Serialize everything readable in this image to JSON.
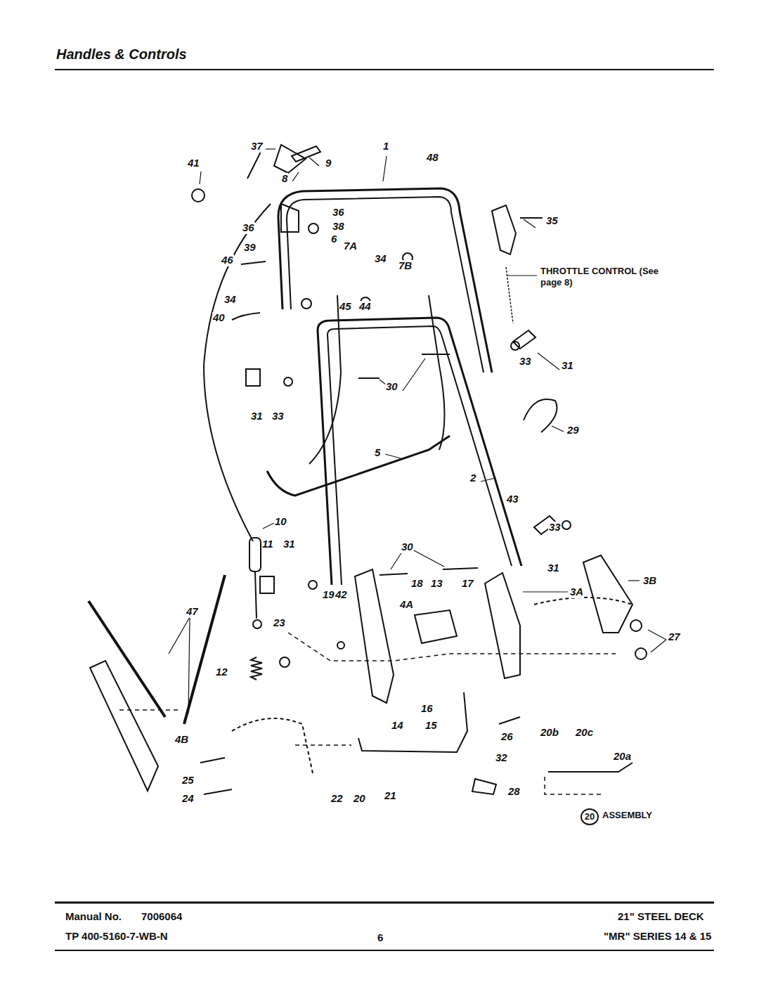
{
  "diagram": {
    "title": "Handles & Controls",
    "labels": [
      "37",
      "41",
      "9",
      "1",
      "48",
      "8",
      "35",
      "36",
      "36",
      "38",
      "6",
      "39",
      "7A",
      "34",
      "7B",
      "THROTTLE CONTROL (See page 8)",
      "46",
      "45",
      "44",
      "34",
      "40",
      "33",
      "31",
      "30",
      "31",
      "33",
      "29",
      "5",
      "2",
      "43",
      "10",
      "33",
      "11",
      "31",
      "30",
      "31",
      "3B",
      "3A",
      "18",
      "13",
      "17",
      "19",
      "42",
      "4A",
      "47",
      "23",
      "27",
      "12",
      "16",
      "14",
      "15",
      "26",
      "20b",
      "20c",
      "20a",
      "4B",
      "25",
      "32",
      "24",
      "21",
      "28",
      "22",
      "20",
      "20",
      "ASSEMBLY",
      "Manual No.",
      "7006064",
      "21\" STEEL DECK",
      "TP 400-5160-7-WB-N",
      "6",
      "\"MR\" SERIES 14 & 15"
    ]
  }
}
